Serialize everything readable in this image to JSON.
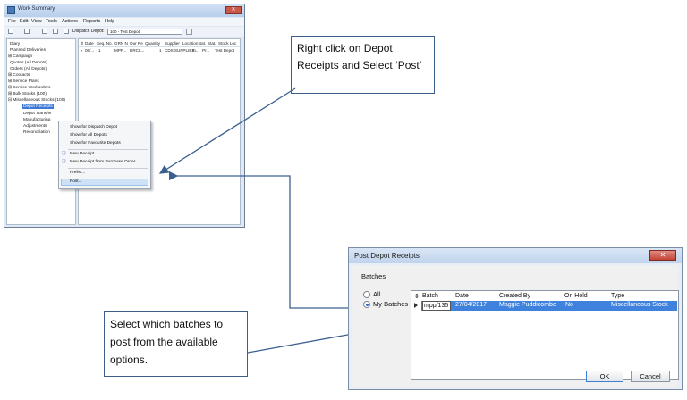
{
  "work_summary": {
    "title": "Work Summary",
    "close_glyph": "✕",
    "menu": [
      "File",
      "Edit",
      "View",
      "Tools",
      "Actions",
      "Reports",
      "Help"
    ],
    "toolbar": {
      "depot_label": "Dispatch Depot:",
      "depot_value": "100 - Test Depot"
    },
    "tree": [
      "Diary",
      "Planned Deliveries",
      "⊞ Campaign",
      "Quotes (All Depots)",
      "Orders (All Depots)",
      "⊞ Contacts",
      "⊞ Service Plans",
      "⊞ Service Workorders",
      "⊞ Bulk Stocks (100)",
      "⊟ Miscellaneous Stocks (100)",
      "Depot Receipts",
      "Depot Transfer",
      "Manufacturing",
      "Adjustments",
      "Reconciliation"
    ],
    "grid": {
      "headers": [
        "Date",
        "Seq. No.",
        "GRN N",
        "Our Re",
        "Quantity",
        "Supplier",
        "Location",
        "Bat.",
        "Stat.",
        "Stock Loc"
      ],
      "row": [
        "06/...",
        "1",
        "MPP...",
        "DRCL...",
        "1",
        "CDS SUPPLIES",
        "m...",
        "Pr...",
        "Test Depot"
      ]
    },
    "context_menu": [
      "Show for Dispatch Depot",
      "Show for All Depots",
      "Show for Favourite Depots",
      "New Receipt...",
      "New Receipt from Purchase Order...",
      "Prelist...",
      "Post..."
    ]
  },
  "callout_top": {
    "text": "Right click on Depot Receipts and Select ‘Post’"
  },
  "callout_bottom": {
    "text": "Select which batches to post from the available options."
  },
  "post_dialog": {
    "title": "Post Depot Receipts",
    "close_glyph": "✕",
    "group_label": "Batches",
    "radio_all": "All",
    "radio_mine": "My Batches",
    "columns": [
      "Batch",
      "Date",
      "Created By",
      "On Hold",
      "Type"
    ],
    "row": {
      "batch": "mpp/135",
      "date": "27/04/2017",
      "created_by": "Maggie Puddicombe",
      "on_hold": "No",
      "type": "Miscellaneous Stock"
    },
    "ok": "OK",
    "cancel": "Cancel"
  },
  "colors": {
    "arrow": "#3b5f8f",
    "selection": "#3f82dd"
  }
}
